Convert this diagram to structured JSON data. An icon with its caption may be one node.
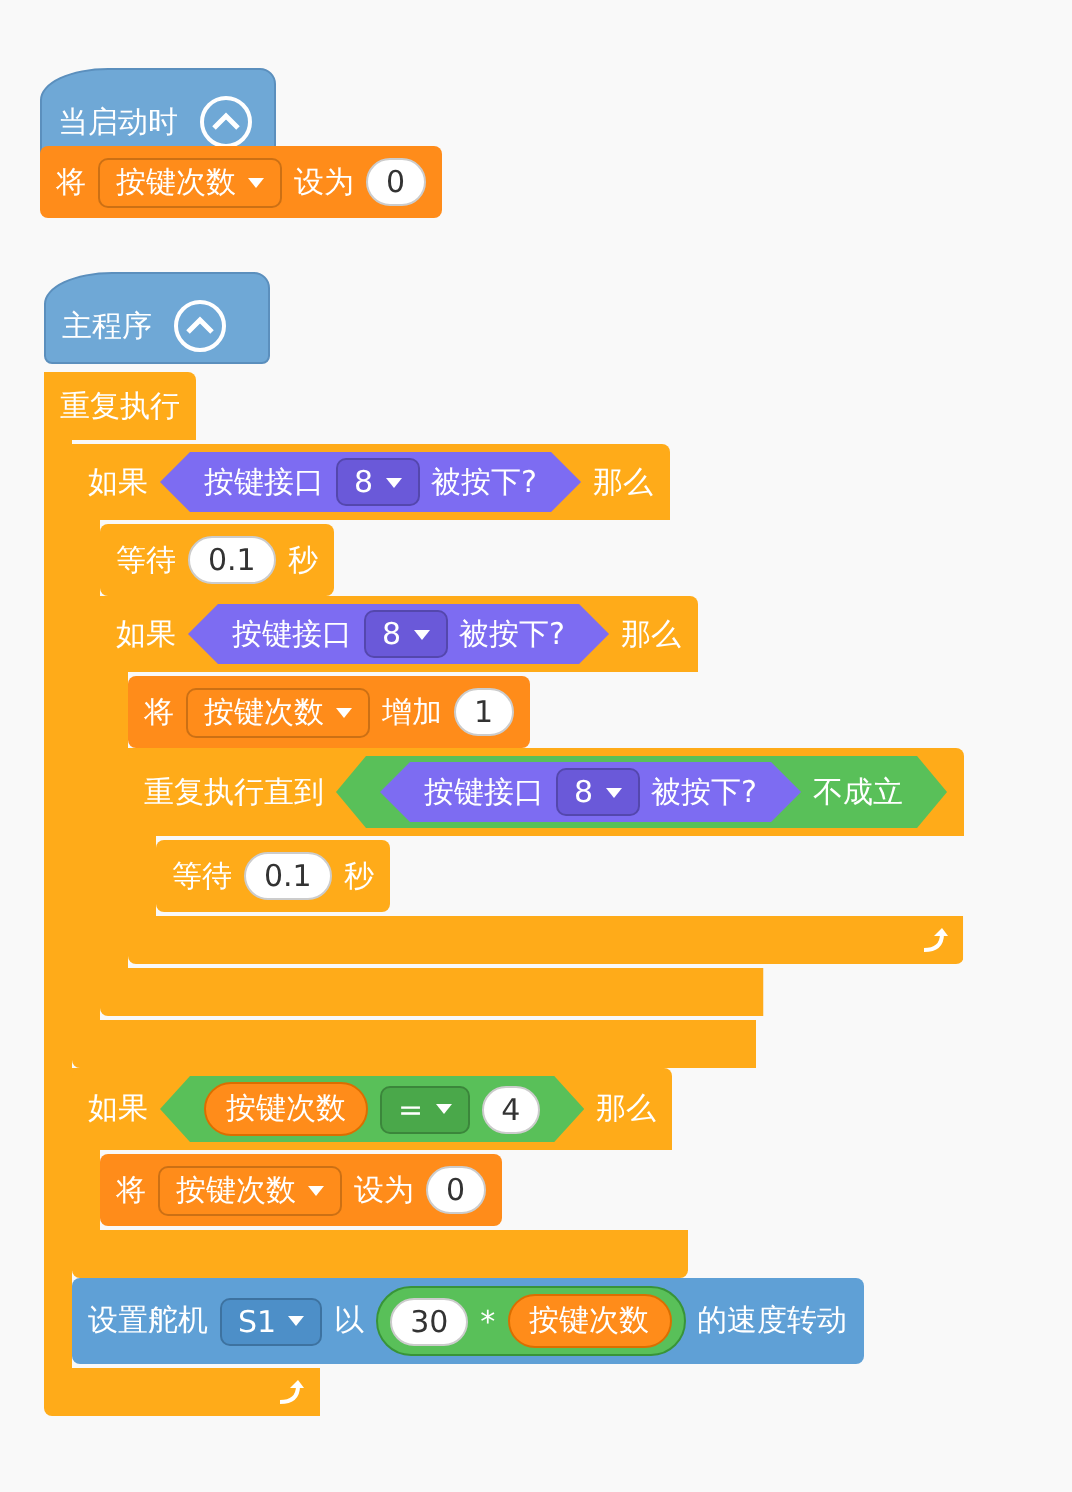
{
  "diagram": {
    "nodes": [
      {
        "text": [
          "当启动时"
        ]
      },
      {
        "text": [
          "将",
          "设为"
        ]
      },
      {
        "text": [
          "按键次数"
        ],
        "in": 1
      },
      {
        "text": [
          "0"
        ],
        "in": 1
      },
      {
        "text": [
          "主程序"
        ]
      },
      {
        "text": [
          "重复执行"
        ]
      },
      {
        "text": [
          "如果",
          "那么"
        ],
        "in": 5
      },
      {
        "text": [
          "按键接口",
          "被按下?"
        ],
        "in": 6
      },
      {
        "text": [
          "8"
        ],
        "in": 7
      },
      {
        "text": [
          "等待",
          "秒"
        ],
        "in": 6
      },
      {
        "text": [
          "0.1"
        ],
        "in": 9
      },
      {
        "text": [
          "如果",
          "那么"
        ],
        "in": 6
      },
      {
        "text": [
          "按键接口",
          "被按下?"
        ],
        "in": 11
      },
      {
        "text": [
          "8"
        ],
        "in": 12
      },
      {
        "text": [
          "将",
          "增加"
        ],
        "in": 11
      },
      {
        "text": [
          "按键次数"
        ],
        "in": 14
      },
      {
        "text": [
          "1"
        ],
        "in": 14
      },
      {
        "text": [
          "重复执行直到"
        ],
        "in": 11
      },
      {
        "text": [
          "不成立"
        ],
        "in": 17
      },
      {
        "text": [
          "按键接口",
          "被按下?"
        ],
        "in": 18
      },
      {
        "text": [
          "8"
        ],
        "in": 19
      },
      {
        "text": [
          "等待",
          "秒"
        ],
        "in": 17
      },
      {
        "text": [
          "0.1"
        ],
        "in": 21
      },
      {
        "text": [
          "如果",
          "那么"
        ],
        "in": 5
      },
      {
        "text": [],
        "shape": "hexagon",
        "in": 23
      },
      {
        "text": [
          "按键次数"
        ],
        "in": 24
      },
      {
        "text": [
          "="
        ],
        "in": 24
      },
      {
        "text": [
          "4"
        ],
        "in": 24
      },
      {
        "text": [
          "将",
          "设为"
        ],
        "in": 23
      },
      {
        "text": [
          "按键次数"
        ],
        "in": 28
      },
      {
        "text": [
          "0"
        ],
        "in": 28
      },
      {
        "text": [
          "设置舵机",
          "以",
          "的速度转动"
        ],
        "in": 5
      },
      {
        "text": [
          "S1"
        ],
        "in": 31
      },
      {
        "text": [],
        "shape": "oval",
        "in": 31
      },
      {
        "text": [
          "30"
        ],
        "in": 33
      },
      {
        "text": [
          "*"
        ],
        "in": 33
      },
      {
        "text": [
          "按键次数"
        ],
        "in": 33
      }
    ]
  }
}
